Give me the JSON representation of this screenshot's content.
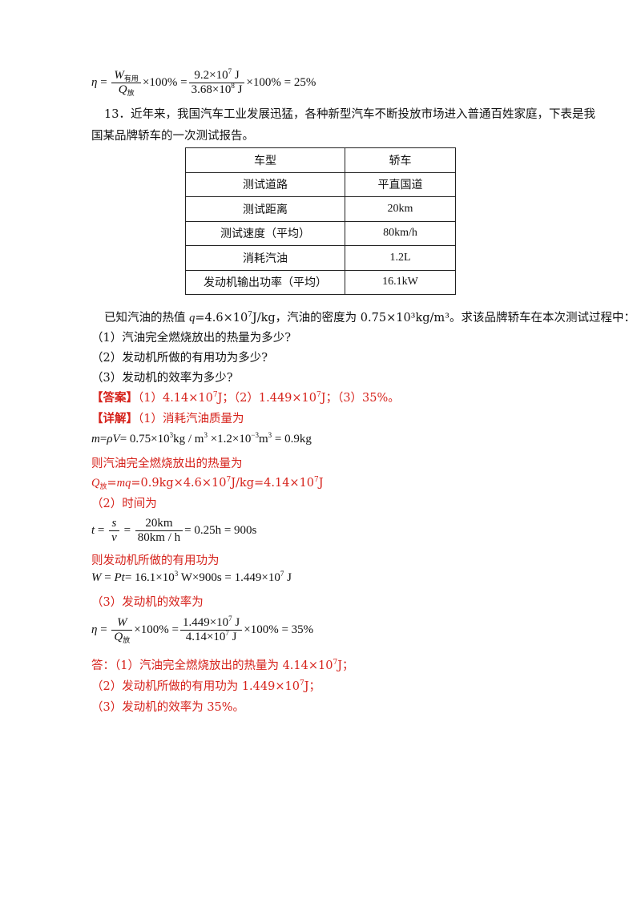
{
  "formula_top": {
    "lhs": "η",
    "frac1_num_var": "W",
    "frac1_num_sub": "有用",
    "frac1_den_var": "Q",
    "frac1_den_sub": "放",
    "times100": "×100% =",
    "frac2_num": "9.2×10",
    "frac2_num_exp": "7",
    "frac2_num_unit": " J",
    "frac2_den": "3.68×10",
    "frac2_den_exp": "8",
    "frac2_den_unit": " J",
    "result": "×100% = 25%"
  },
  "question": {
    "intro_line1": "13．近年来，我国汽车工业发展迅猛，各种新型汽车不断投放市场进入普通百姓家庭，下表是我",
    "intro_line2": "国某品牌轿车的一次测试报告。",
    "table": [
      [
        "车型",
        "轿车"
      ],
      [
        "测试道路",
        "平直国道"
      ],
      [
        "测试距离",
        "20km"
      ],
      [
        "测试速度（平均）",
        "80km/h"
      ],
      [
        "消耗汽油",
        "1.2L"
      ],
      [
        "发动机输出功率（平均）",
        "16.1kW"
      ]
    ],
    "given_a": "已知汽油的热值 ",
    "given_q": "q",
    "given_b": "=4.6×10",
    "given_exp": "7",
    "given_c": "J/kg，汽油的密度为 0.75×10³kg/m³。求该品牌轿车在本次测试过程中：",
    "sub1": "（1）汽油完全燃烧放出的热量为多少?",
    "sub2": "（2）发动机所做的有用功为多少?",
    "sub3": "（3）发动机的效率为多少?"
  },
  "answer": {
    "label": "【答案】",
    "part1a": "（1）4.14×10",
    "part1exp": "7",
    "part1b": "J；（2）1.449×10",
    "part2exp": "7",
    "part2b": "J；（3）35%。"
  },
  "detail": {
    "label": "【详解】",
    "step1": "（1）消耗汽油质量为",
    "mass_formula_a": "m",
    "mass_formula_b": " = ",
    "mass_formula_c": "ρV",
    "mass_formula_d": " = 0.75×10",
    "mass_exp1": "3",
    "mass_formula_e": "kg / m",
    "mass_exp2": "3",
    "mass_formula_f": " ×1.2×10",
    "mass_exp3": "−3",
    "mass_formula_g": "m",
    "mass_exp4": "3",
    "mass_formula_h": " = 0.9kg",
    "heat_title": "则汽油完全燃烧放出的热量为",
    "heat_q": "Q",
    "heat_sub": "放",
    "heat_eq_a": "=",
    "heat_mq": "mq",
    "heat_eq_b": "=0.9kg×4.6×10",
    "heat_exp1": "7",
    "heat_eq_c": "J/kg=4.14×10",
    "heat_exp2": "7",
    "heat_eq_d": "J",
    "step2": "（2）时间为",
    "time_t": "t",
    "time_s": "s",
    "time_v": "v",
    "time_num": "20km",
    "time_den": "80km / h",
    "time_result": "= 0.25h = 900s",
    "work_title": "则发动机所做的有用功为",
    "work_W": "W",
    "work_Pt": "Pt",
    "work_a": " = 16.1×10",
    "work_exp1": "3",
    "work_b": " W×900s = 1.449×10",
    "work_exp2": "7",
    "work_c": " J",
    "step3": "（3）发动机的效率为",
    "eff_eta": "η",
    "eff_W": "W",
    "eff_Q": "Q",
    "eff_Qsub": "放",
    "eff_mid": "×100% =",
    "eff_num": "1.449×10",
    "eff_num_exp": "7",
    "eff_num_unit": " J",
    "eff_den": "4.14×10",
    "eff_den_exp": "7",
    "eff_den_unit": " J",
    "eff_result": "×100% = 35%"
  },
  "conclusion": {
    "line1a": "答：（1）汽油完全燃烧放出的热量为 4.14×10",
    "line1exp": "7",
    "line1b": "J；",
    "line2a": "（2）发动机所做的有用功为 1.449×10",
    "line2exp": "7",
    "line2b": "J；",
    "line3": "（3）发动机的效率为 35%。"
  },
  "colors": {
    "answer_red": "#d6221b",
    "text": "#111111"
  }
}
